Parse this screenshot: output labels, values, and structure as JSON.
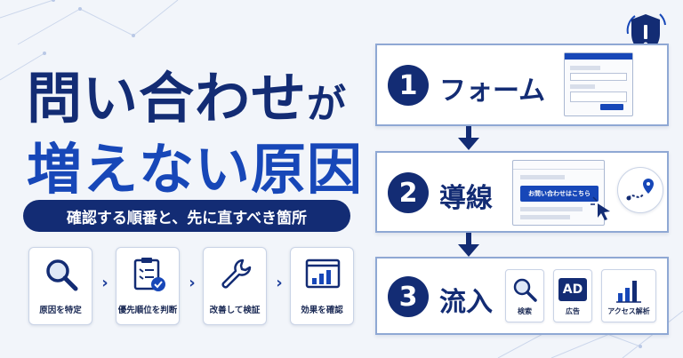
{
  "headline": {
    "line1_main": "問い合わせ",
    "line1_small": "が",
    "line2": "増えない原因"
  },
  "subtitle": "確認する順番と、先に直すべき箇所",
  "process": [
    {
      "label": "原因を特定",
      "icon": "magnifier-icon"
    },
    {
      "label": "優先順位を判断",
      "icon": "clipboard-check-icon"
    },
    {
      "label": "改善して検証",
      "icon": "wrench-icon"
    },
    {
      "label": "効果を確認",
      "icon": "bar-chart-window-icon"
    }
  ],
  "separator": "›",
  "steps": [
    {
      "number": "1",
      "label": "フォーム"
    },
    {
      "number": "2",
      "label": "導線",
      "cta_text": "お問い合わせはこちら"
    },
    {
      "number": "3",
      "label": "流入",
      "channels": [
        {
          "label": "検索",
          "icon": "magnifier-icon"
        },
        {
          "label": "広告",
          "icon": "ad-icon",
          "badge": "AD"
        },
        {
          "label": "アクセス解析",
          "icon": "analytics-bars-icon"
        }
      ]
    }
  ],
  "colors": {
    "navy": "#132c74",
    "blue": "#1747b8",
    "background": "#f2f5fa",
    "border": "#8fa8d4"
  }
}
